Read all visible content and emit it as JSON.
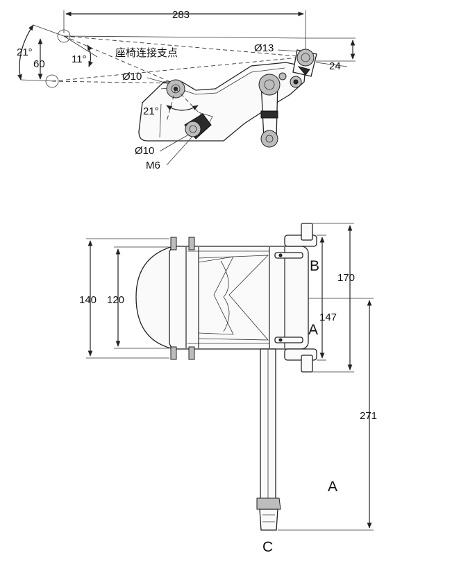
{
  "side_view": {
    "width_dim": "283",
    "angle_top": "21°",
    "height_dim": "60",
    "angle_mid": "11°",
    "pivot_note": "座椅连接支点",
    "hole_top_right": "Ø13",
    "offset_dim": "24",
    "hole_upper": "Ø10",
    "angle_lower": "21°",
    "hole_lower": "Ø10",
    "thread": "M6"
  },
  "top_view": {
    "outer_width": "140",
    "inner_width": "120",
    "label_b": "B",
    "label_a_inner": "A",
    "depth_170": "170",
    "depth_147": "147",
    "depth_271": "271",
    "label_a_outer": "A",
    "label_c": "C"
  }
}
